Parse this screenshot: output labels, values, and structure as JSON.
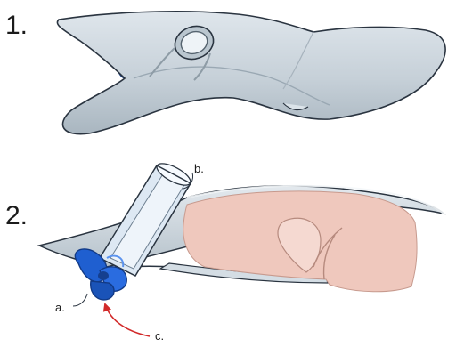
{
  "panels": [
    {
      "number": "1."
    },
    {
      "number": "2."
    }
  ],
  "callouts": {
    "a": "a.",
    "b": "b.",
    "c": "c."
  },
  "colors": {
    "hull": "#c9d3da",
    "hull_dark": "#8e9ca6",
    "outline": "#2a3440",
    "propeller": "#1f5fd0",
    "tube": "#dde8f3",
    "interior": "#efc8bd",
    "arrow": "#d22a2a"
  }
}
